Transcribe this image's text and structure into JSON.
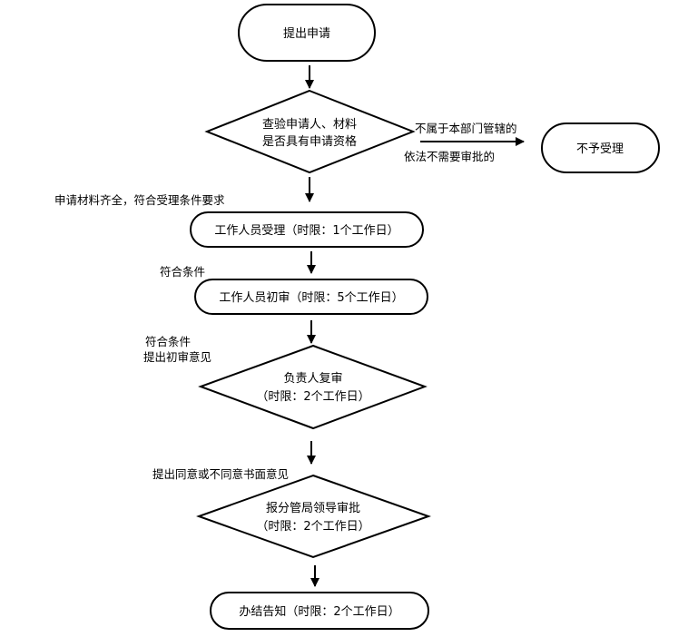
{
  "nodes": {
    "submit": "提出申请",
    "check_line1": "查验申请人、材料",
    "check_line2": "是否具有申请资格",
    "reject": "不予受理",
    "accept": "工作人员受理（时限：1个工作日）",
    "initial_review": "工作人员初审（时限：5个工作日）",
    "recheck_line1": "负责人复审",
    "recheck_line2": "（时限：2个工作日）",
    "approve_line1": "报分管局领导审批",
    "approve_line2": "（时限：2个工作日）",
    "complete": "办结告知（时限：2个工作日）"
  },
  "edges": {
    "not_dept_line1": "不属于本部门管辖的",
    "not_dept_line2": "依法不需要审批的",
    "materials_complete": "申请材料齐全，符合受理条件要求",
    "meets_conditions": "符合条件",
    "meets_line1": "符合条件",
    "meets_line2": "提出初审意见",
    "agree_opinion": "提出同意或不同意书面意见"
  }
}
